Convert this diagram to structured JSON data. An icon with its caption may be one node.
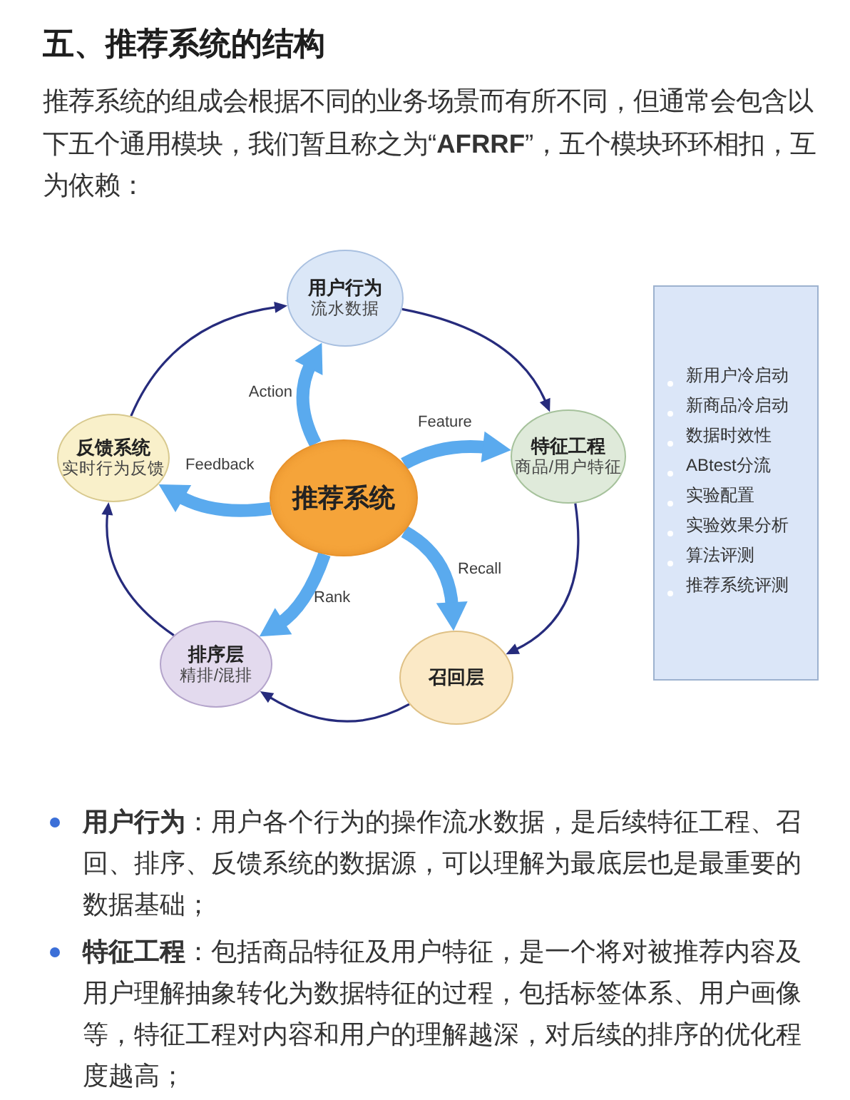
{
  "diagram": {
    "title": "五、推荐系统的结构",
    "nodes": [
      {
        "text": [
          "用户行为",
          "流水数据"
        ]
      },
      {
        "text": [
          "特征工程",
          "商品/用户特征"
        ]
      },
      {
        "text": [
          "召回层"
        ]
      },
      {
        "text": [
          "排序层",
          "精排/混排"
        ]
      },
      {
        "text": [
          "反馈系统",
          "实时行为反馈"
        ]
      },
      {
        "text": [
          "推荐系统"
        ]
      },
      {
        "text": [
          "新用户冷启动",
          "新商品冷启动",
          "数据时效性",
          "ABtest分流",
          "实验配置",
          "实验效果分析",
          "算法评测",
          "推荐系统评测"
        ]
      }
    ],
    "edges": [
      {
        "from": 0,
        "to": 1,
        "arrow": "to"
      },
      {
        "from": 1,
        "to": 2,
        "arrow": "to"
      },
      {
        "from": 2,
        "to": 3,
        "arrow": "to"
      },
      {
        "from": 3,
        "to": 4,
        "arrow": "to"
      },
      {
        "from": 4,
        "to": 0,
        "arrow": "to"
      },
      {
        "from": 5,
        "to": 0,
        "arrow": "to",
        "label": "Action",
        "style": "thick",
        "color": "#5aaaee"
      },
      {
        "from": 5,
        "to": 1,
        "arrow": "to",
        "label": "Feature",
        "style": "thick",
        "color": "#5aaaee"
      },
      {
        "from": 5,
        "to": 2,
        "arrow": "to",
        "label": "Recall",
        "style": "thick",
        "color": "#5aaaee"
      },
      {
        "from": 5,
        "to": 3,
        "arrow": "to",
        "label": "Rank",
        "style": "thick",
        "color": "#5aaaee"
      },
      {
        "from": 5,
        "to": 4,
        "arrow": "to",
        "label": "Feedback",
        "style": "thick",
        "color": "#5aaaee"
      }
    ],
    "labels": [
      "推荐系统的组成会根据不同的业务场景而有所不同，但通常会包含以下五个通用模块，我们暂且称之为“**AFRRF**”，五个模块环环相扣，互为依赖：",
      "**用户行为**：用户各个行为的操作流水数据，是后续特征工程、召回、排序、反馈系统的数据源，可以理解为最底层也是最重要的数据基础；",
      "**特征工程**：包括商品特征及用户特征，是一个将对被推荐内容及用户理解抽象转化为数据特征的过程，包括标签体系、用户画像等，特征工程对内容和用户的理解越深，对后续的排序的优化程度越高；"
    ]
  }
}
